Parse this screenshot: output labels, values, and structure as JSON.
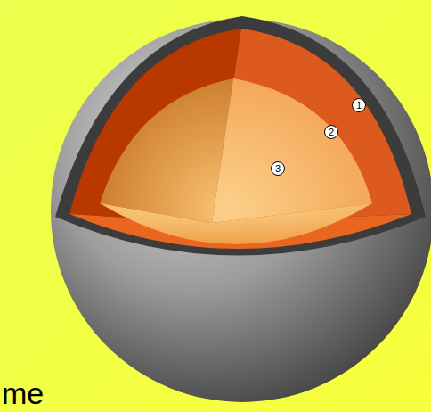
{
  "diagram": {
    "labels": [
      "1",
      "2",
      "3",
      "me"
    ]
  }
}
